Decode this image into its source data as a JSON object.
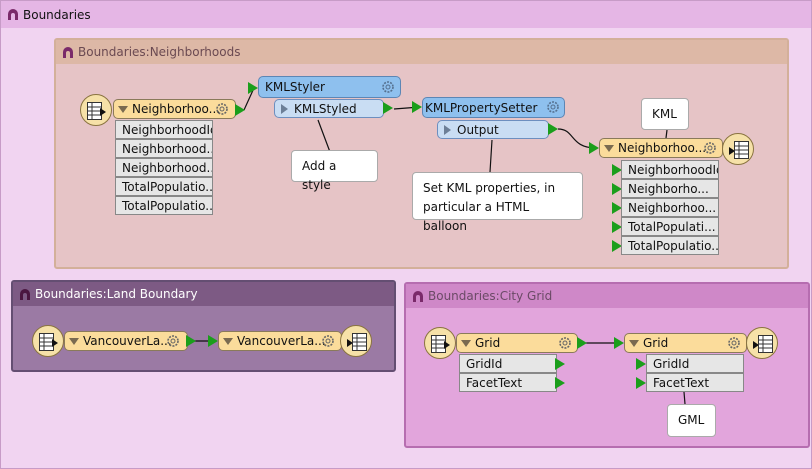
{
  "bookmarks": {
    "outer": {
      "title": "Boundaries"
    },
    "neighborhoods": {
      "title": "Boundaries:Neighborhoods"
    },
    "land": {
      "title": "Boundaries:Land Boundary"
    },
    "grid": {
      "title": "Boundaries:City Grid"
    }
  },
  "nb": {
    "reader": {
      "title": "Neighborhoo...",
      "attrs": [
        "NeighborhoodId",
        "Neighborhood...",
        "Neighborhood...",
        "TotalPopulatio...",
        "TotalPopulatio..."
      ]
    },
    "styler": {
      "title": "KMLStyler",
      "port": "KMLStyled"
    },
    "setter": {
      "title": "KMLPropertySetter",
      "port": "Output"
    },
    "writer": {
      "title": "Neighborhoo...",
      "attrs": [
        "NeighborhoodId",
        "Neighborho...",
        "Neighborhoo...",
        "TotalPopulati...",
        "TotalPopulatio..."
      ]
    },
    "notes": {
      "style": "Add a style",
      "props": "Set KML properties, in particular a HTML balloon",
      "kml": "KML"
    }
  },
  "lb": {
    "reader": {
      "title": "VancouverLa..."
    },
    "writer": {
      "title": "VancouverLa..."
    }
  },
  "cg": {
    "reader": {
      "title": "Grid",
      "attrs": [
        "GridId",
        "FacetText"
      ]
    },
    "writer": {
      "title": "Grid",
      "attrs": [
        "GridId",
        "FacetText"
      ]
    },
    "note": "GML"
  },
  "colors": {
    "feature": "#fbdc9b",
    "transformer": "#8ec0ee",
    "link": "#111111",
    "port": "#1b9e1b"
  }
}
